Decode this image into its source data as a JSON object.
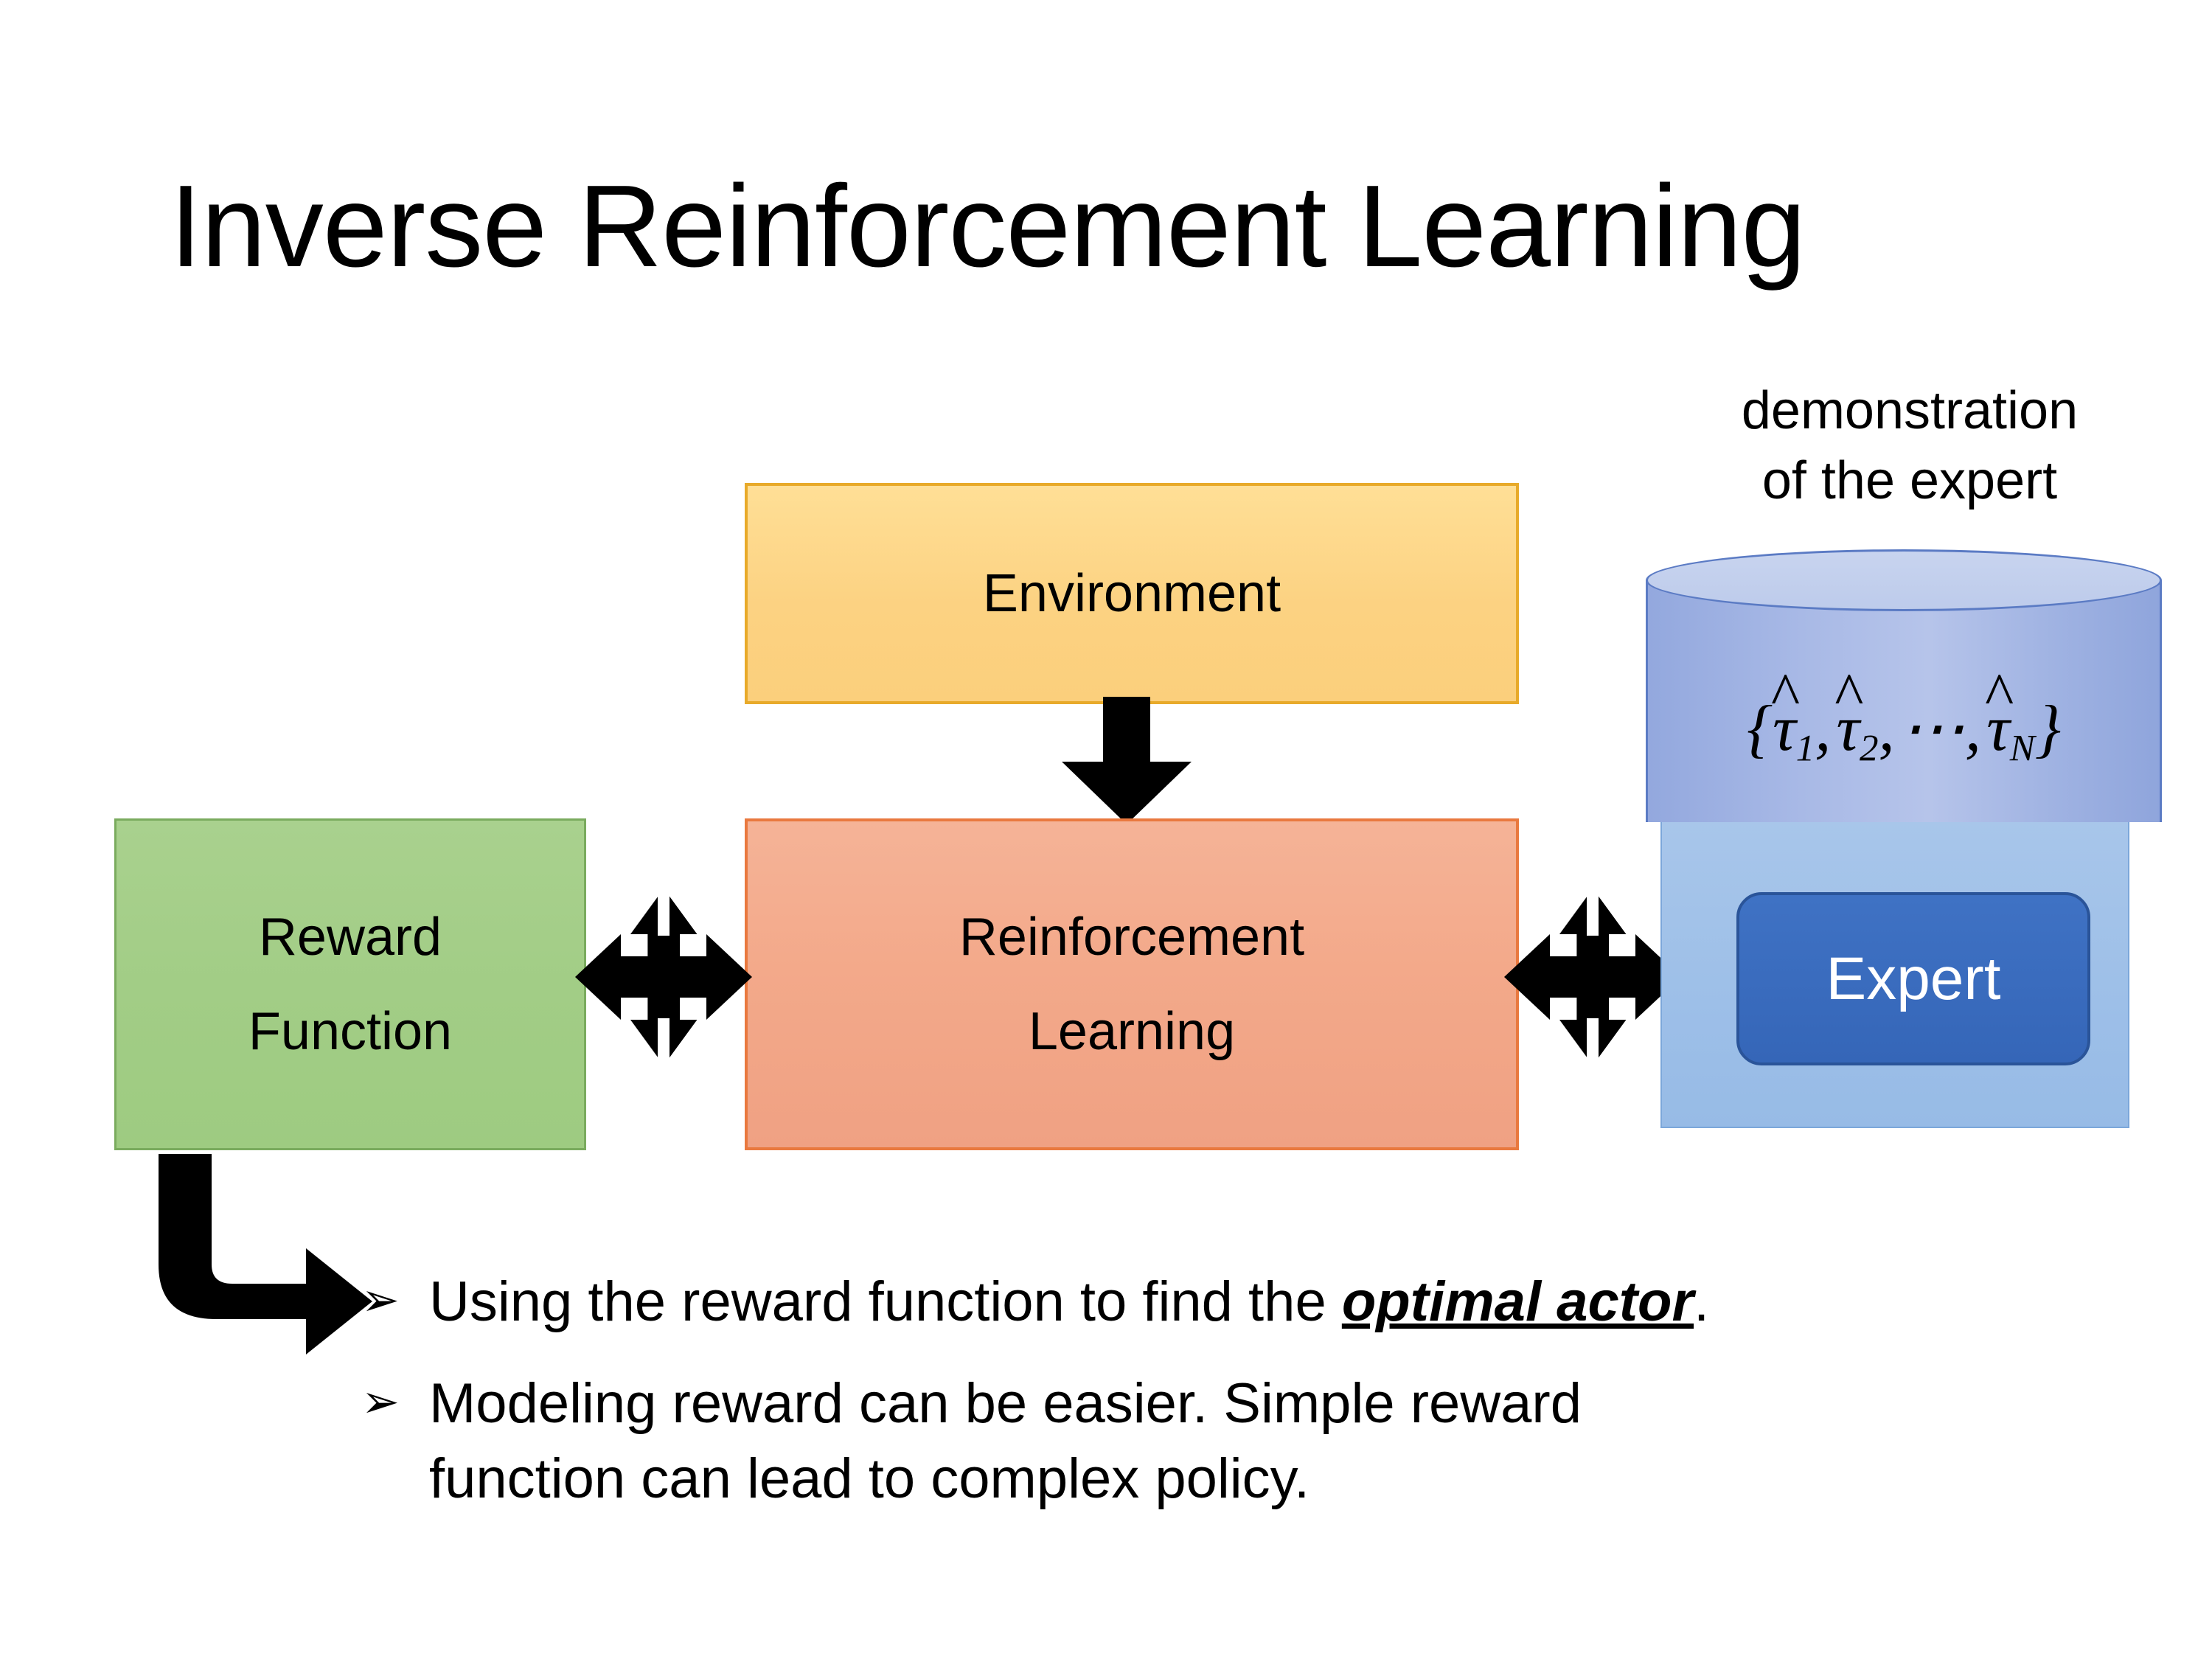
{
  "slide": {
    "title": "Inverse Reinforcement Learning",
    "background_color": "#ffffff"
  },
  "diagram": {
    "environment_box": {
      "label": "Environment",
      "fill_color": "#fcd282",
      "border_color": "#e8aa2a"
    },
    "reinforcement_learning_box": {
      "label_line1": "Reinforcement",
      "label_line2": "Learning",
      "fill_color": "#f3a98a",
      "border_color": "#e9793f"
    },
    "reward_function_box": {
      "label_line1": "Reward",
      "label_line2": "Function",
      "fill_color": "#a2cd86",
      "border_color": "#7aab5e"
    },
    "expert_group": {
      "caption_line1": "demonstration",
      "caption_line2": "of the expert",
      "cylinder_formula": "{τ̂1, τ̂2, ⋯, τ̂N}",
      "cylinder_tokens": {
        "open_brace": "{",
        "tau": "τ",
        "hat": "̂",
        "sub1": "1",
        "sub2": "2",
        "subN": "N",
        "comma": ",",
        "ellipsis": "⋯",
        "close_brace": "}"
      },
      "cylinder_fill_color": "#a8b9e6",
      "cylinder_border_color": "#5b7bc4",
      "background_panel_color": "#9dbfe8",
      "expert_button_label": "Expert",
      "expert_button_fill": "#3a6cbe",
      "expert_button_text_color": "#ffffff"
    },
    "connectors": [
      {
        "name": "environment-to-rl",
        "type": "down-arrow",
        "color": "#000000"
      },
      {
        "name": "reward-function-to-rl",
        "type": "four-way-arrow",
        "color": "#000000"
      },
      {
        "name": "rl-to-expert",
        "type": "four-way-arrow",
        "color": "#000000"
      },
      {
        "name": "reward-function-to-bullets",
        "type": "elbow-arrow",
        "color": "#000000"
      }
    ]
  },
  "bullets": [
    {
      "marker": "➢",
      "text_before": "Using the reward function to find the ",
      "emphasis": "optimal actor",
      "text_after": "."
    },
    {
      "marker": "➢",
      "line1": "Modeling reward can be easier. Simple reward",
      "line2": "function can lead to complex policy."
    }
  ]
}
